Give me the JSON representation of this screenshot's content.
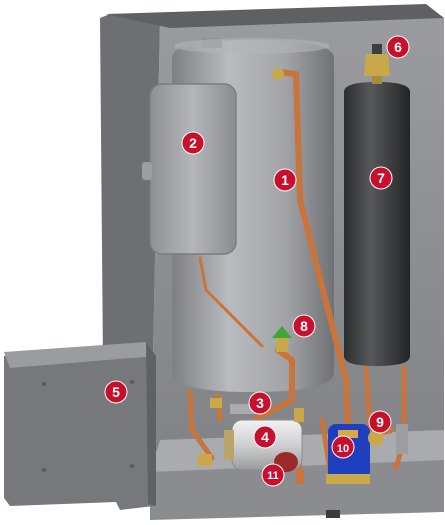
{
  "markers": [
    {
      "label": "1"
    },
    {
      "label": "2"
    },
    {
      "label": "3"
    },
    {
      "label": "4"
    },
    {
      "label": "5"
    },
    {
      "label": "6"
    },
    {
      "label": "7"
    },
    {
      "label": "8"
    },
    {
      "label": "9"
    },
    {
      "label": "10"
    },
    {
      "label": "11"
    }
  ],
  "colors": {
    "marker_fill": "#c8102e",
    "copper": "#c8743a",
    "cylinder": "#9fa1a4",
    "expansion_vessel": "#3f4144",
    "casing": "#8c8e91",
    "pump_blue": "#1f3fbf",
    "valve_green": "#3aa832"
  }
}
